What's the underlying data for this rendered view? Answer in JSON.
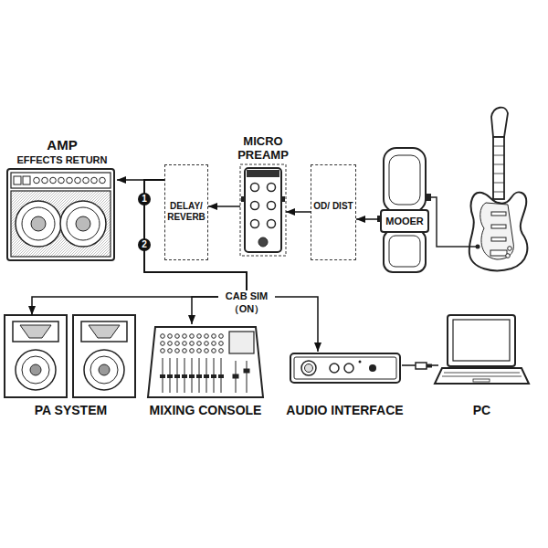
{
  "diagram": {
    "nodes": [
      {
        "text": [
          "AMP",
          "EFFECTS RETURN"
        ]
      },
      {
        "text": [
          "DELAY/ REVERB"
        ]
      },
      {
        "text": [
          "MICRO PREAMP"
        ]
      },
      {
        "text": [
          "OD/ DIST"
        ]
      },
      {
        "text": [
          "MOOER"
        ]
      },
      {
        "text": [
          "PA SYSTEM"
        ]
      },
      {
        "text": [
          "MIXING CONSOLE"
        ]
      },
      {
        "text": [
          "AUDIO INTERFACE"
        ]
      },
      {
        "text": [
          "PC"
        ]
      }
    ],
    "edges": [
      {
        "from": 4,
        "to": 3,
        "arrow": "to"
      },
      {
        "from": 3,
        "to": 2,
        "arrow": "to"
      },
      {
        "from": 2,
        "to": 1,
        "arrow": "to"
      },
      {
        "from": 1,
        "to": 0,
        "arrow": "to"
      },
      {
        "from": 1,
        "to": 5,
        "arrow": "to"
      },
      {
        "from": 1,
        "to": 6,
        "arrow": "to"
      },
      {
        "from": 1,
        "to": 7,
        "arrow": "to"
      },
      {
        "from": 7,
        "to": 8,
        "arrow": "none"
      }
    ],
    "labels": [
      "1",
      "2",
      "CAB SIM （ON）"
    ]
  }
}
